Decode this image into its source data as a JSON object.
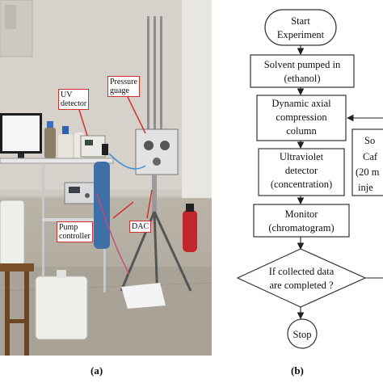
{
  "photo": {
    "label_uv": [
      "UV",
      "detector"
    ],
    "label_pressure": [
      "Pressure",
      "guage"
    ],
    "label_pump": [
      "Pump",
      "controller"
    ],
    "label_dac": "DAC"
  },
  "flowchart": {
    "start": [
      "Start",
      "Experiment"
    ],
    "solvent": [
      "Solvent pumped in",
      "(ethanol)"
    ],
    "column": [
      "Dynamic axial",
      "compression",
      "column"
    ],
    "uv": [
      "Ultraviolet",
      "detector",
      "(concentration)"
    ],
    "monitor": [
      "Monitor",
      "(chromatogram)"
    ],
    "decision": [
      "If collected data",
      "are completed ?"
    ],
    "stop": "Stop",
    "sample": [
      "So",
      "Caf",
      "(20 m",
      "inje"
    ]
  },
  "captions": {
    "a": "(a)",
    "b": "(b)"
  }
}
